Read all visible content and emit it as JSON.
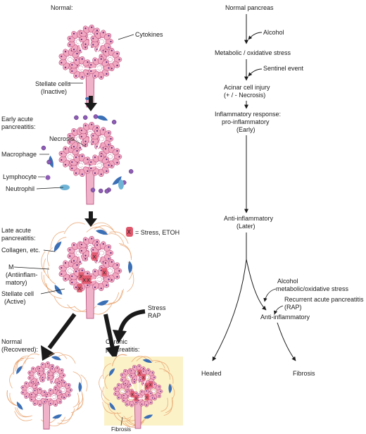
{
  "left_panel": {
    "stages": {
      "normal": {
        "title": "Normal:",
        "cytokines": "Cytokines",
        "stellate_1": "Stellate cells",
        "stellate_2": "(Inactive)"
      },
      "early": {
        "title_1": "Early acute",
        "title_2": "pancreatitis:",
        "necrosis": "Necrosis",
        "macrophage": "Macrophage",
        "lymphocyte": "Lymphocyte",
        "neutrophil": "Neutrophil"
      },
      "late": {
        "title_1": "Late acute",
        "title_2": "pancreatitis:",
        "collagen": "Collagen, etc.",
        "m_1": "M",
        "m_2": "(Antiinflam-",
        "m_3": "matory)",
        "stellate_1": "Stellate cell",
        "stellate_2": "(Active)",
        "legend_symbol": "X",
        "legend_text": "= Stress, ETOH"
      },
      "stress_rap_1": "Stress",
      "stress_rap_2": "RAP",
      "recovered": {
        "title_1": "Normal",
        "title_2": "(Recovered):"
      },
      "chronic": {
        "title_1": "Chronic",
        "title_2": "pancreatitis:",
        "fibrosis": "Fibrosis"
      }
    }
  },
  "flow": {
    "nodes": {
      "normal_pancreas": "Normal pancreas",
      "alcohol_1": "Alcohol",
      "metabolic": "Metabolic / oxidative stress",
      "sentinel": "Sentinel event",
      "acinar_1": "Acinar cell injury",
      "acinar_2": "(+ / - Necrosis)",
      "inflam_1": "Inflammatory response:",
      "inflam_2": "pro-inflammatory",
      "inflam_3": "(Early)",
      "anti_1": "Anti-inflammatory",
      "anti_2": "(Later)",
      "alcohol2_1": "Alcohol",
      "alcohol2_2": "metabolic/oxidative stress",
      "rap_1": "Recurrent acute pancreatitis",
      "rap_2": "(RAP)",
      "anti_b": "Anti-inflammatory",
      "healed": "Healed",
      "fibrosis": "Fibrosis"
    }
  },
  "colors": {
    "acinar": "#f2a7c0",
    "acinar_stroke": "#b24a78",
    "nucleus": "#5a2a7a",
    "duct": "#f0b2c8",
    "stellate": "#3b6fb6",
    "collagen": "#e8a06a",
    "stress": "#e0576b",
    "chronic_bg": "#fbf2c8",
    "immune": "#8e5bb5",
    "neutrophil": "#6fb4d6"
  }
}
